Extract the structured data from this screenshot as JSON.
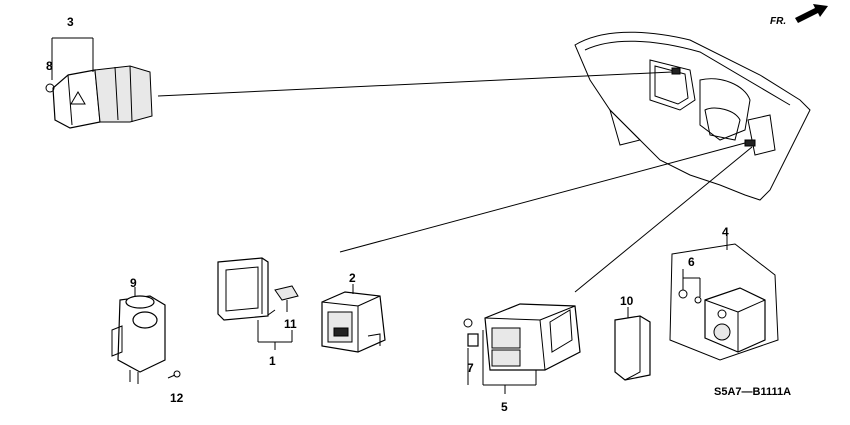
{
  "diagram": {
    "direction_label": "FR.",
    "drawing_code": "S5A7—B1111A",
    "callouts": [
      {
        "id": "c1",
        "label": "1"
      },
      {
        "id": "c2",
        "label": "2"
      },
      {
        "id": "c3",
        "label": "3"
      },
      {
        "id": "c4",
        "label": "4"
      },
      {
        "id": "c5",
        "label": "5"
      },
      {
        "id": "c6",
        "label": "6"
      },
      {
        "id": "c7",
        "label": "7"
      },
      {
        "id": "c8",
        "label": "8"
      },
      {
        "id": "c9",
        "label": "9"
      },
      {
        "id": "c10",
        "label": "10"
      },
      {
        "id": "c11",
        "label": "11"
      },
      {
        "id": "c12",
        "label": "12"
      }
    ]
  }
}
